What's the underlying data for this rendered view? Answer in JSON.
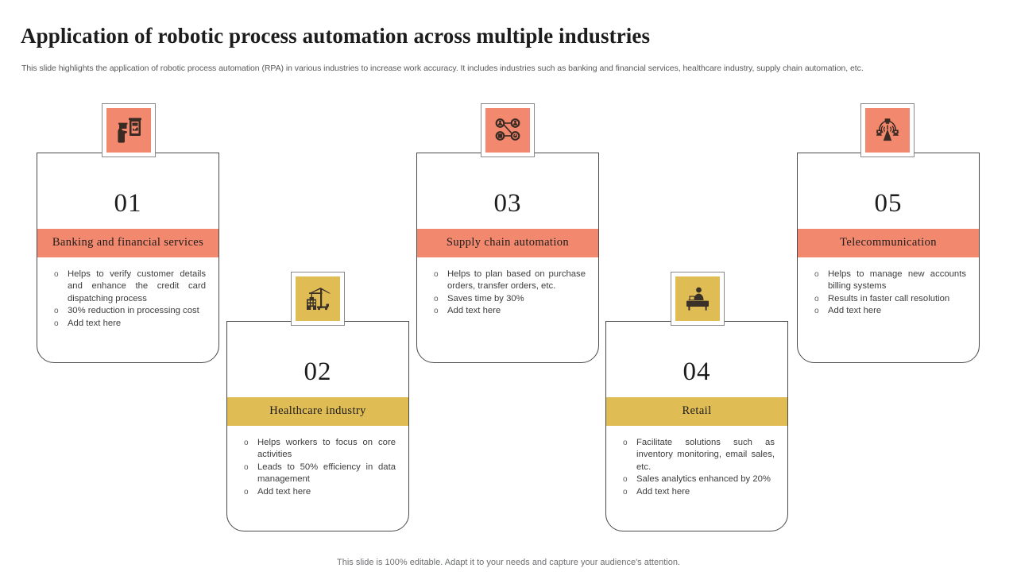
{
  "header": {
    "title": "Application of robotic process automation across multiple industries",
    "subtitle": "This slide highlights the application of robotic process automation (RPA) in various industries to increase work accuracy. It includes industries such as banking and financial services, healthcare industry, supply chain automation, etc."
  },
  "footer": {
    "note": "This slide is 100% editable. Adapt it to your needs and capture your audience's attention."
  },
  "colors": {
    "orange": "#F2886D",
    "yellow": "#E0BC55",
    "card_border": "#4a4a4a",
    "title_text": "#1c1c1c",
    "body_text": "#3d3d3d",
    "subtitle_text": "#58595b"
  },
  "cards": [
    {
      "number": "01",
      "title": "Banking and financial services",
      "accent": "#F2886D",
      "icon": "atm-card-icon",
      "bullets": [
        "Helps to verify customer details and enhance the credit card dispatching process",
        "30% reduction in processing cost",
        "Add text here"
      ]
    },
    {
      "number": "02",
      "title": "Healthcare industry",
      "accent": "#E0BC55",
      "icon": "construction-crane-icon",
      "bullets": [
        "Helps workers to focus on core activities",
        "Leads to 50% efficiency in data management",
        "Add text here"
      ]
    },
    {
      "number": "03",
      "title": "Supply chain automation",
      "accent": "#F2886D",
      "icon": "network-nodes-icon",
      "bullets": [
        "Helps to plan based on purchase orders, transfer orders, etc.",
        "Saves time by 30%",
        " Add text here"
      ]
    },
    {
      "number": "04",
      "title": "Retail",
      "accent": "#E0BC55",
      "icon": "person-at-counter-icon",
      "bullets": [
        "Facilitate solutions such as inventory monitoring, email sales, etc.",
        "Sales analytics enhanced by 20%",
        "Add text here"
      ]
    },
    {
      "number": "05",
      "title": "Telecommunication",
      "accent": "#F2886D",
      "icon": "broadcast-tower-icon",
      "bullets": [
        "Helps to manage new accounts billing systems",
        "Results in faster call resolution",
        "Add text here"
      ]
    }
  ]
}
